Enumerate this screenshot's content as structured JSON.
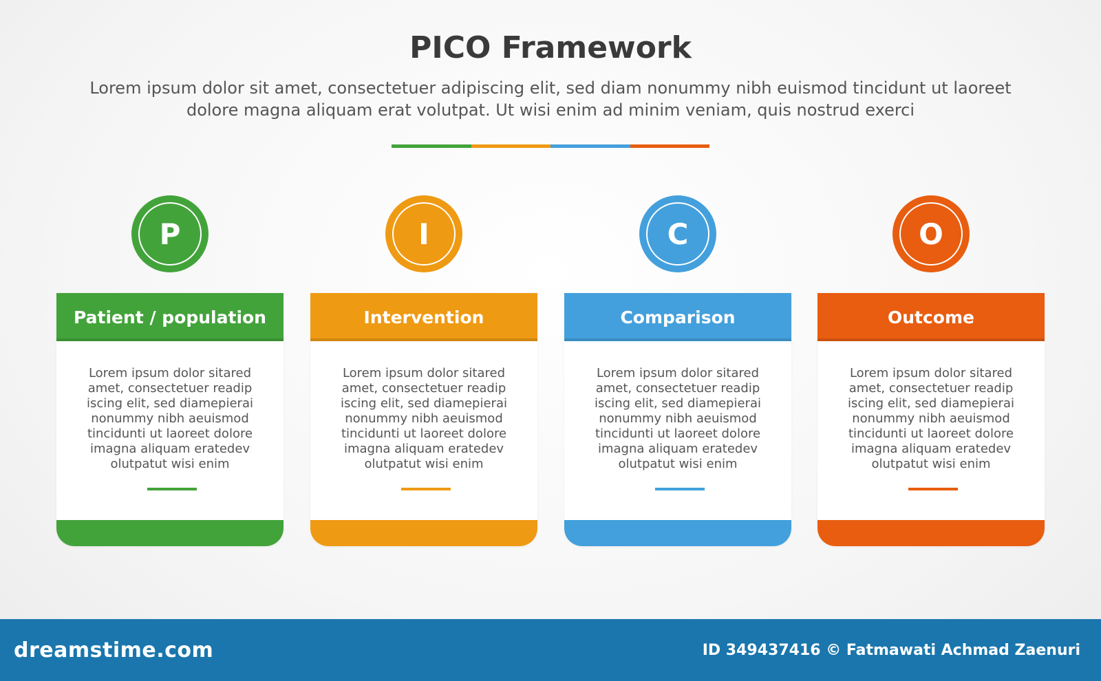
{
  "header": {
    "title": "PICO Framework",
    "subtitle": "Lorem ipsum dolor sit amet, consectetuer adipiscing elit, sed diam nonummy nibh euismod tincidunt ut laoreet dolore magna aliquam erat volutpat. Ut wisi enim ad minim veniam, quis nostrud exerci"
  },
  "divider_colors": [
    "#43a33b",
    "#ef9a13",
    "#43a0dc",
    "#e85d0f"
  ],
  "items": [
    {
      "letter": "P",
      "label": "Patient / population",
      "body": "Lorem ipsum dolor sitared amet, consectetuer readip iscing elit, sed diamepierai nonummy nibh aeuismod tincidunti ut laoreet dolore imagna aliquam eratedev olutpatut wisi enim",
      "color": "#43a33b"
    },
    {
      "letter": "I",
      "label": "Intervention",
      "body": "Lorem ipsum dolor sitared amet, consectetuer readip iscing elit, sed diamepierai nonummy nibh aeuismod tincidunti ut laoreet dolore imagna aliquam eratedev olutpatut wisi enim",
      "color": "#ef9a13"
    },
    {
      "letter": "C",
      "label": "Comparison",
      "body": "Lorem ipsum dolor sitared amet, consectetuer readip iscing elit, sed diamepierai nonummy nibh aeuismod tincidunti ut laoreet dolore imagna aliquam eratedev olutpatut wisi enim",
      "color": "#43a0dc"
    },
    {
      "letter": "O",
      "label": "Outcome",
      "body": "Lorem ipsum dolor sitared amet, consectetuer readip iscing elit, sed diamepierai nonummy nibh aeuismod tincidunti ut laoreet dolore imagna aliquam eratedev olutpatut wisi enim",
      "color": "#e85d0f"
    }
  ],
  "footer": {
    "logo": "dreamstime.com",
    "credit": "ID 349437416 © Fatmawati Achmad Zaenuri",
    "bar_color": "#1a76ad"
  }
}
